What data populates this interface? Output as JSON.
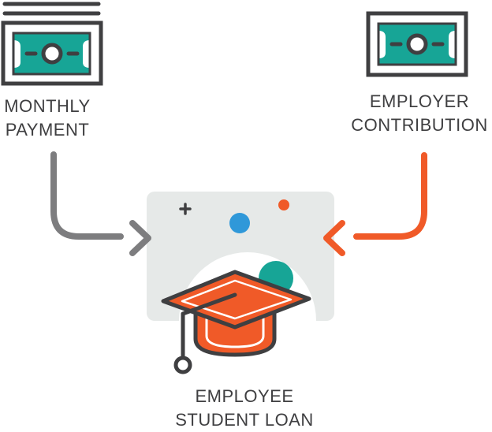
{
  "colors": {
    "dark": "#3f3f41",
    "teal": "#17a596",
    "orange": "#f05a28",
    "gray_arrow": "#7d7d7f",
    "panel": "#e6e9e8",
    "blue": "#2f98d9",
    "white": "#ffffff",
    "text": "#3f3f41"
  },
  "labels": {
    "monthly_payment": {
      "line1": "MONTHLY",
      "line2": "PAYMENT"
    },
    "employer_contribution": {
      "line1": "EMPLOYER",
      "line2": "CONTRIBUTION"
    },
    "employee_student_loan": {
      "line1": "EMPLOYEE",
      "line2": "STUDENT LOAN"
    }
  },
  "icons": {
    "left": "cash-bill-stack-icon",
    "right": "cash-bill-icon",
    "center": "graduation-cap-icon",
    "flow_left": "arrow-right-icon",
    "flow_right": "arrow-left-icon"
  }
}
